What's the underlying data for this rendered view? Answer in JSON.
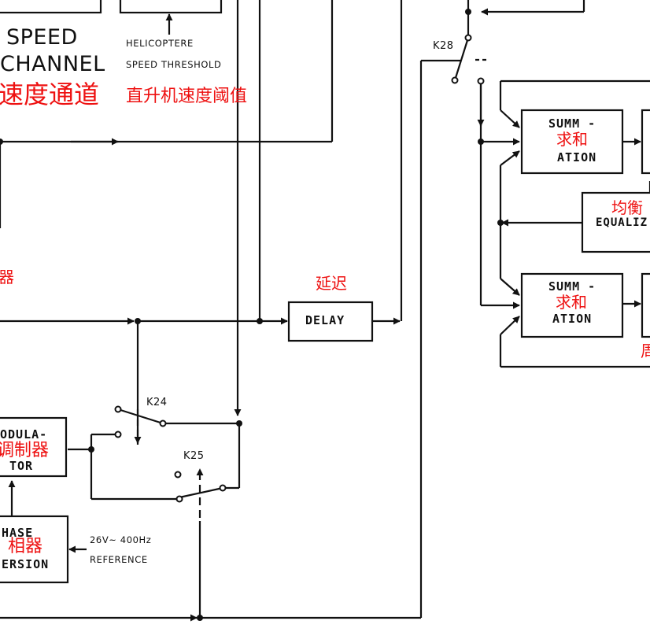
{
  "labels": {
    "speed": "SPEED",
    "channel": "CHANNEL",
    "speed_channel_cn": "速度通道",
    "helicoptere": "HELICOPTERE",
    "speed_threshold": "SPEED THRESHOLD",
    "threshold_cn": "直升机速度阈值",
    "k28": "K28",
    "k24": "K24",
    "k25": "K25",
    "delay": "DELAY",
    "delay_cn": "延迟",
    "summ_1": "SUMM -",
    "ation_1": "ATION",
    "sum_cn_1": "求和",
    "summ_2": "SUMM -",
    "ation_2": "ATION",
    "sum_cn_2": "求和",
    "equaliz": "EQUALIZ",
    "equaliz_cn": "均衡",
    "edge_cn_left": "器",
    "edge_cn_right": "周",
    "modula": "ODULA-",
    "ator": "TOR",
    "modulator_cn": "调制器",
    "phase": "HASE",
    "version": "ERSION",
    "phase_cn": "相器",
    "ref_voltage": "26V~ 400Hz",
    "reference": "REFERENCE"
  }
}
